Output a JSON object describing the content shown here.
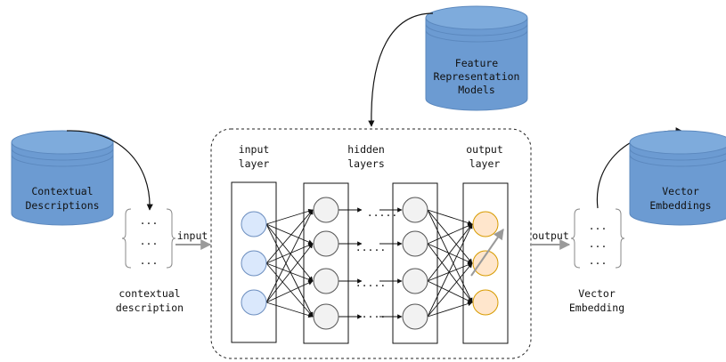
{
  "colors": {
    "cylinder_fill": "#6c9bd2",
    "cylinder_top": "#7eabdc",
    "cylinder_stroke": "#5b88be",
    "input_node_fill": "#dae8fc",
    "input_node_stroke": "#6c8ebf",
    "hidden_node_fill": "#f2f2f2",
    "hidden_node_stroke": "#555555",
    "output_node_fill": "#ffe6cc",
    "output_node_stroke": "#d79b00",
    "arrow_gray": "#9a9a9a",
    "line_black": "#111111"
  },
  "databases": {
    "contextual": {
      "line1": "Contextual",
      "line2": "Descriptions"
    },
    "feature": {
      "line1": "Feature",
      "line2": "Representation",
      "line3": "Models"
    },
    "vector": {
      "line1": "Vector",
      "line2": "Embeddings"
    }
  },
  "vectors": {
    "left": {
      "dots": "...",
      "label_line1": "contextual",
      "label_line2": "description"
    },
    "right": {
      "dots": "...",
      "label_line1": "Vector",
      "label_line2": "Embedding"
    }
  },
  "arrows": {
    "input": "input",
    "output": "output"
  },
  "network": {
    "input_layer": {
      "line1": "input",
      "line2": "layer"
    },
    "hidden_layers": {
      "line1": "hidden",
      "line2": "layers"
    },
    "output_layer": {
      "line1": "output",
      "line2": "layer"
    },
    "ellipsis": "....."
  }
}
